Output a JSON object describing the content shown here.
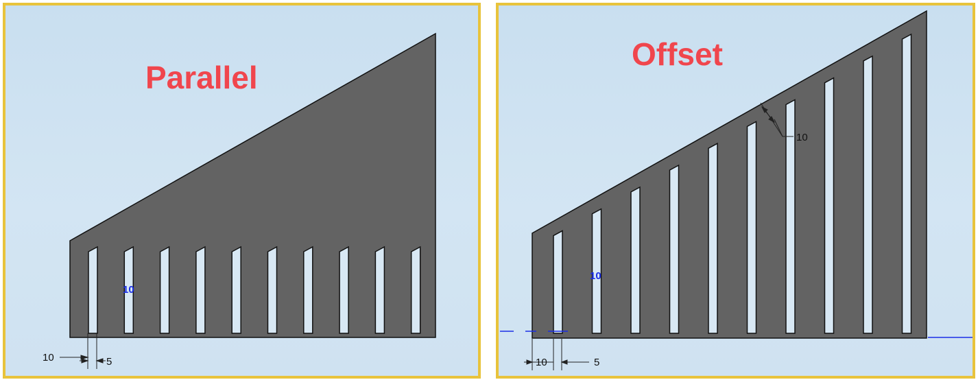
{
  "panels": [
    {
      "title": "Parallel",
      "dimensions": {
        "slot_width": "10",
        "spacing": "5",
        "sketch_value": "10"
      }
    },
    {
      "title": "Offset",
      "dimensions": {
        "slot_width": "10",
        "spacing": "5",
        "sketch_value": "10",
        "offset_value": "10"
      }
    }
  ],
  "colors": {
    "plate": "#636363",
    "border": "#e8c33c",
    "title": "#f0464d",
    "sketch": "#1a2ee6",
    "slot": "#d8e8f4"
  }
}
